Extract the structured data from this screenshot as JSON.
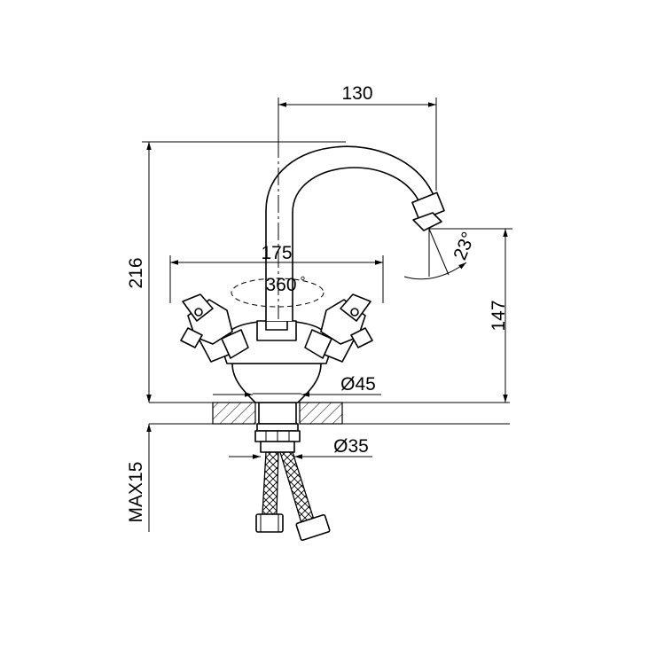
{
  "drawing": {
    "title": "",
    "dimensions": {
      "spout_reach": "130",
      "total_height": "216",
      "handle_span": "175",
      "rotation": "360",
      "rotation_unit": "°",
      "outlet_height": "147",
      "outlet_angle": "23°",
      "base_diameter": "Ø45",
      "shank_diameter": "Ø35",
      "max_counter_thickness": "MAX15"
    },
    "colors": {
      "line": "#000000",
      "background": "#ffffff"
    }
  }
}
